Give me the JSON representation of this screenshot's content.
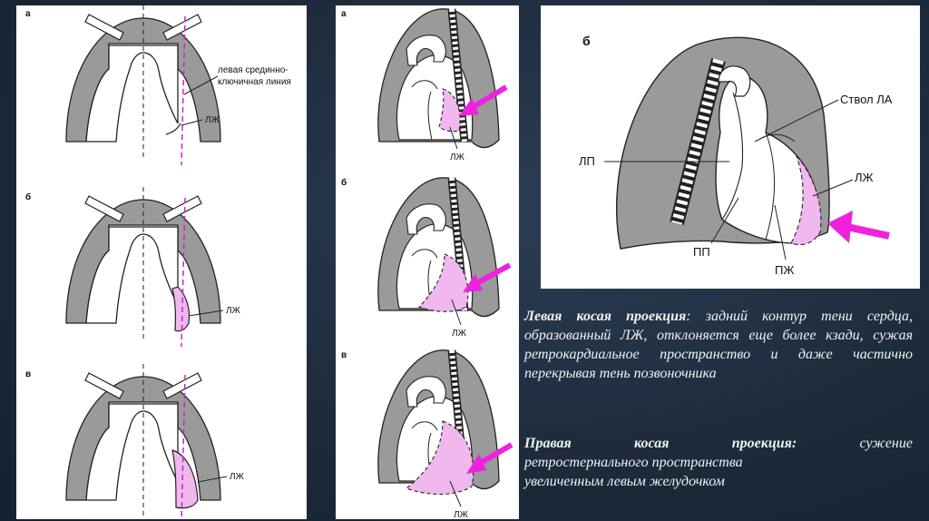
{
  "left_panel": {
    "views": [
      {
        "letter": "а",
        "label": "ЛЖ"
      },
      {
        "letter": "б",
        "label": "ЛЖ"
      },
      {
        "letter": "в",
        "label": "ЛЖ"
      }
    ],
    "midclavicular_line_label_1": "левая срединно-",
    "midclavicular_line_label_2": "ключичная линия"
  },
  "middle_panel": {
    "views": [
      {
        "letter": "а",
        "label": "ЛЖ"
      },
      {
        "letter": "б",
        "label": "ЛЖ"
      },
      {
        "letter": "в",
        "label": "ЛЖ"
      }
    ]
  },
  "right_panel": {
    "letter": "б",
    "labels": {
      "pulmonary_trunk": "Ствол ЛА",
      "left_atrium": "ЛП",
      "left_ventricle": "ЛЖ",
      "right_atrium": "ПП",
      "right_ventricle": "ПЖ"
    }
  },
  "text": {
    "left_oblique_heading": "Левая косая проекция",
    "left_oblique_body": ": задний контур тени сердца, образованный ЛЖ, отклоняется еще более кзади, сужая ретрокардиальное пространство и даже частично перекрывая тень позвоночника",
    "right_oblique_w1": "Правая",
    "right_oblique_w2": "косая",
    "right_oblique_w3": "проекция:",
    "right_oblique_w4": "сужение",
    "right_oblique_line2": "ретростернального пространства",
    "right_oblique_line3": "увеличенным левым желудочком"
  },
  "colors": {
    "lung_gray": "#9a9a9a",
    "ventricle_pink": "#f0b8ee",
    "arrow_magenta": "#ee22dd",
    "dashed_line": "#d020c8"
  }
}
